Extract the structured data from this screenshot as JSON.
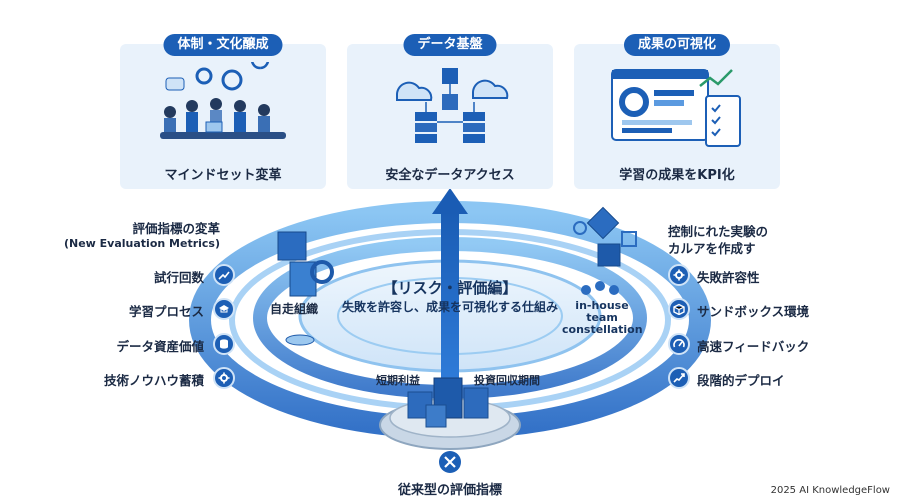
{
  "panels": [
    {
      "title": "体制・文化醸成",
      "caption": "マインドセット変革"
    },
    {
      "title": "データ基盤",
      "caption": "安全なデータアクセス"
    },
    {
      "title": "成果の可視化",
      "caption": "学習の成果をKPI化"
    }
  ],
  "center": {
    "title": "【リスク・評価編】",
    "subtitle": "失敗を許容し、成果を可視化する仕組み"
  },
  "ring_labels": {
    "left_node": "自走組織",
    "right_node_line1": "in-house",
    "right_node_line2": "team",
    "right_node_line3": "constellation",
    "bottom_left": "短期利益",
    "bottom_right": "投資回収期間"
  },
  "left_items": {
    "heading_line1": "評価指標の変革",
    "heading_line2": "(New Evaluation Metrics)",
    "items": [
      "試行回数",
      "学習プロセス",
      "データ資産価値",
      "技術ノウハウ蓄積"
    ]
  },
  "right_items": {
    "heading_line1": "控制にれた実験の",
    "heading_line2": "カルアを作成す",
    "items": [
      "失敗許容性",
      "サンドボックス環境",
      "高速フィードバック",
      "段階的デプロイ"
    ]
  },
  "bottom_label": "従来型の評価指標",
  "footer": "2025 AI KnowledgeFlow",
  "colors": {
    "accent": "#1c5fb6",
    "panel_bg": "#e9f2fb",
    "ring": "#3b8ee0"
  }
}
